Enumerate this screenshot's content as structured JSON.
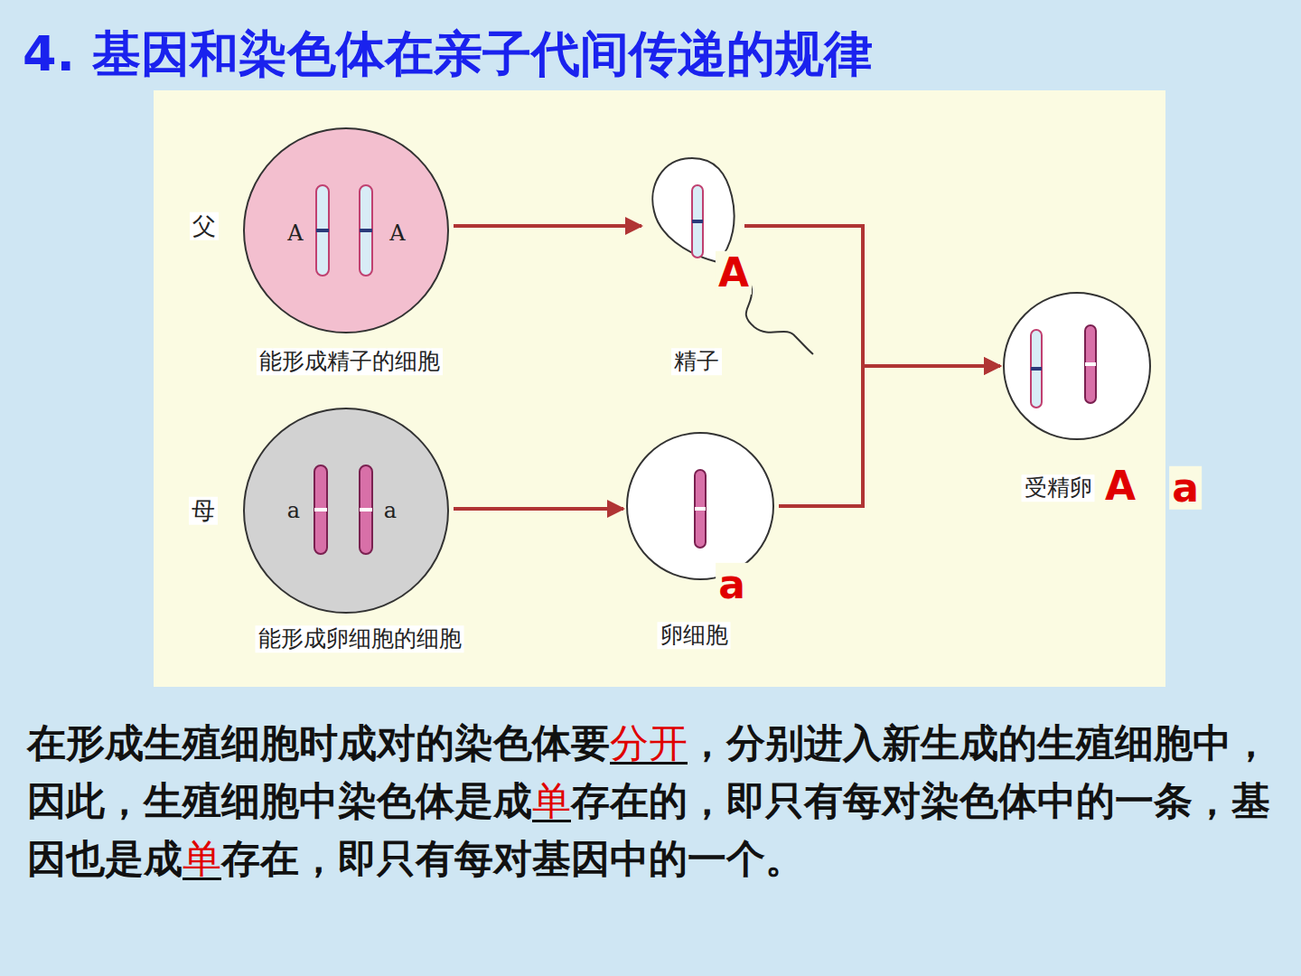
{
  "diagram": {
    "title": "4. 基因和染色体在亲子代间传递的规律",
    "nodes": [
      {
        "text": [
          "父",
          "A",
          "A",
          "能形成精子的细胞"
        ]
      },
      {
        "text": [
          "A",
          "精子"
        ]
      },
      {
        "text": [
          "母",
          "a",
          "a",
          "能形成卵细胞的细胞"
        ]
      },
      {
        "text": [
          "a",
          "卵细胞"
        ]
      },
      {
        "text": [
          "受精卵",
          "A",
          "a"
        ]
      }
    ],
    "edges": [
      {
        "from": 0,
        "to": 1,
        "arrow": "to"
      },
      {
        "from": 2,
        "to": 3,
        "arrow": "to"
      },
      {
        "from": 1,
        "to": 4,
        "arrow": "to"
      },
      {
        "from": 3,
        "to": 4,
        "arrow": "to"
      }
    ],
    "labels": [
      "在形成生殖细胞时成对的染色体要",
      "分开",
      "，分别进入新生成的生殖细胞中，因此，生殖细胞中染色体是成",
      "单",
      "存在的，即只有每对染色体中的一条，基因也是成",
      "单",
      "存在，即只有每对基因中的一个。"
    ]
  }
}
